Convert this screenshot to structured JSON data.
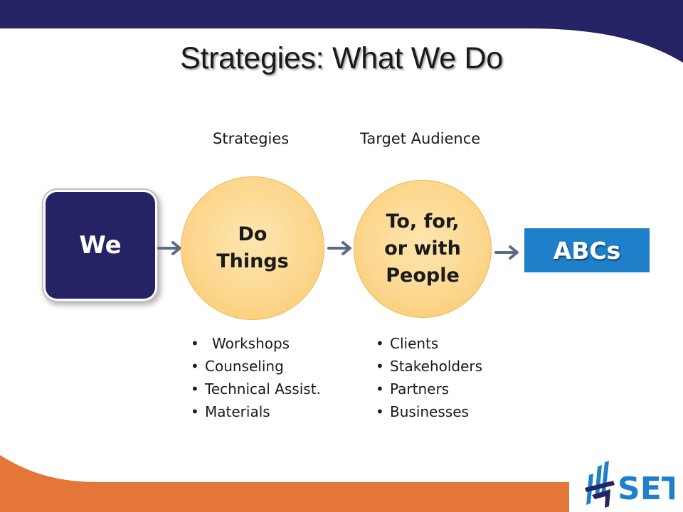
{
  "slide": {
    "title": "Strategies: What We Do",
    "column_headers": {
      "strategies": "Strategies",
      "target_audience": "Target Audience"
    }
  },
  "flow": {
    "we": "We",
    "do_things": {
      "line1": "Do",
      "line2": "Things"
    },
    "to_for_with": {
      "line1": "To, for,",
      "line2": "or with",
      "line3": "People"
    },
    "abcs": "ABCs"
  },
  "strategies_list": [
    "Workshops",
    "Counseling",
    "Technical Assist.",
    "Materials"
  ],
  "audience_list": [
    "Clients",
    "Stakeholders",
    "Partners",
    "Businesses"
  ],
  "logo": {
    "text": "SET",
    "icon": "set-logo-icon"
  },
  "colors": {
    "navy": "#262365",
    "orange": "#e5763a",
    "circle_fill": "#fcd68c",
    "blue_box": "#1e80c8",
    "arrow": "#5a6b82"
  }
}
